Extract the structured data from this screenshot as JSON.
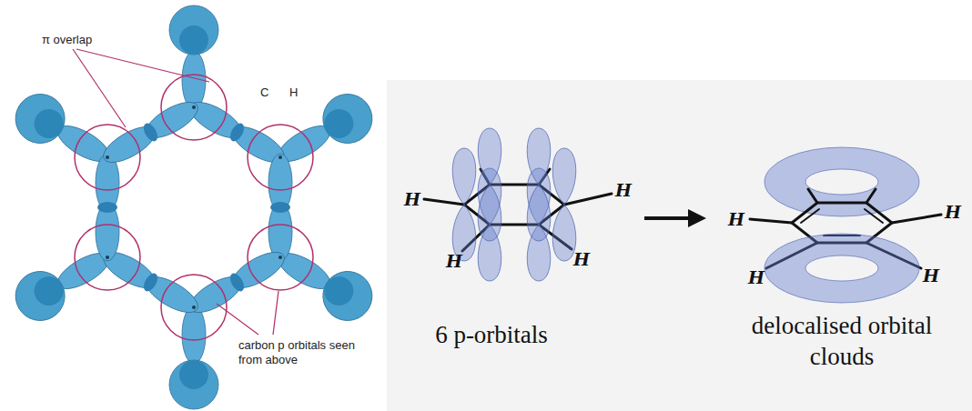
{
  "diagram": {
    "labels": [
      "π overlap",
      "C",
      "H",
      "carbon p orbitals seen from above",
      "6 p-orbitals",
      "delocalised orbital clouds",
      "H",
      "H",
      "H",
      "H",
      "H",
      "H",
      "H",
      "H"
    ]
  }
}
